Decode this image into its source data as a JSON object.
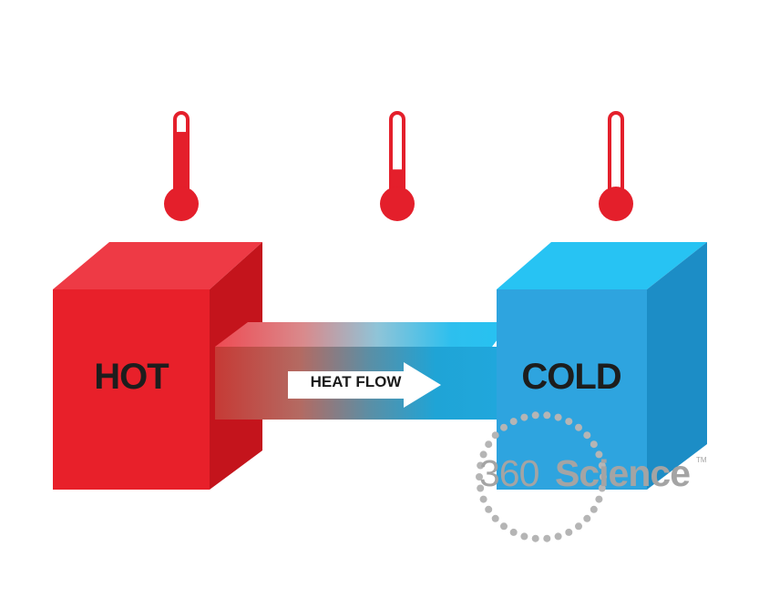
{
  "diagram": {
    "hot_label": "HOT",
    "cold_label": "COLD",
    "arrow_label": "HEAT FLOW",
    "colors": {
      "hot_front": "#e8202a",
      "hot_top": "#ee3a45",
      "hot_side": "#c4141c",
      "cold_front": "#2ea4df",
      "cold_top": "#27c3f3",
      "cold_side": "#1c8dc6",
      "thermometer": "#e41f2b",
      "arrow": "#ffffff"
    },
    "thermometers": [
      {
        "name": "hot-thermometer",
        "level": 0.78
      },
      {
        "name": "middle-thermometer",
        "level": 0.3
      },
      {
        "name": "cold-thermometer",
        "level": 0.06
      }
    ]
  },
  "watermark": {
    "brand_part1": "360",
    "brand_part2": "Science",
    "tm": "TM"
  }
}
